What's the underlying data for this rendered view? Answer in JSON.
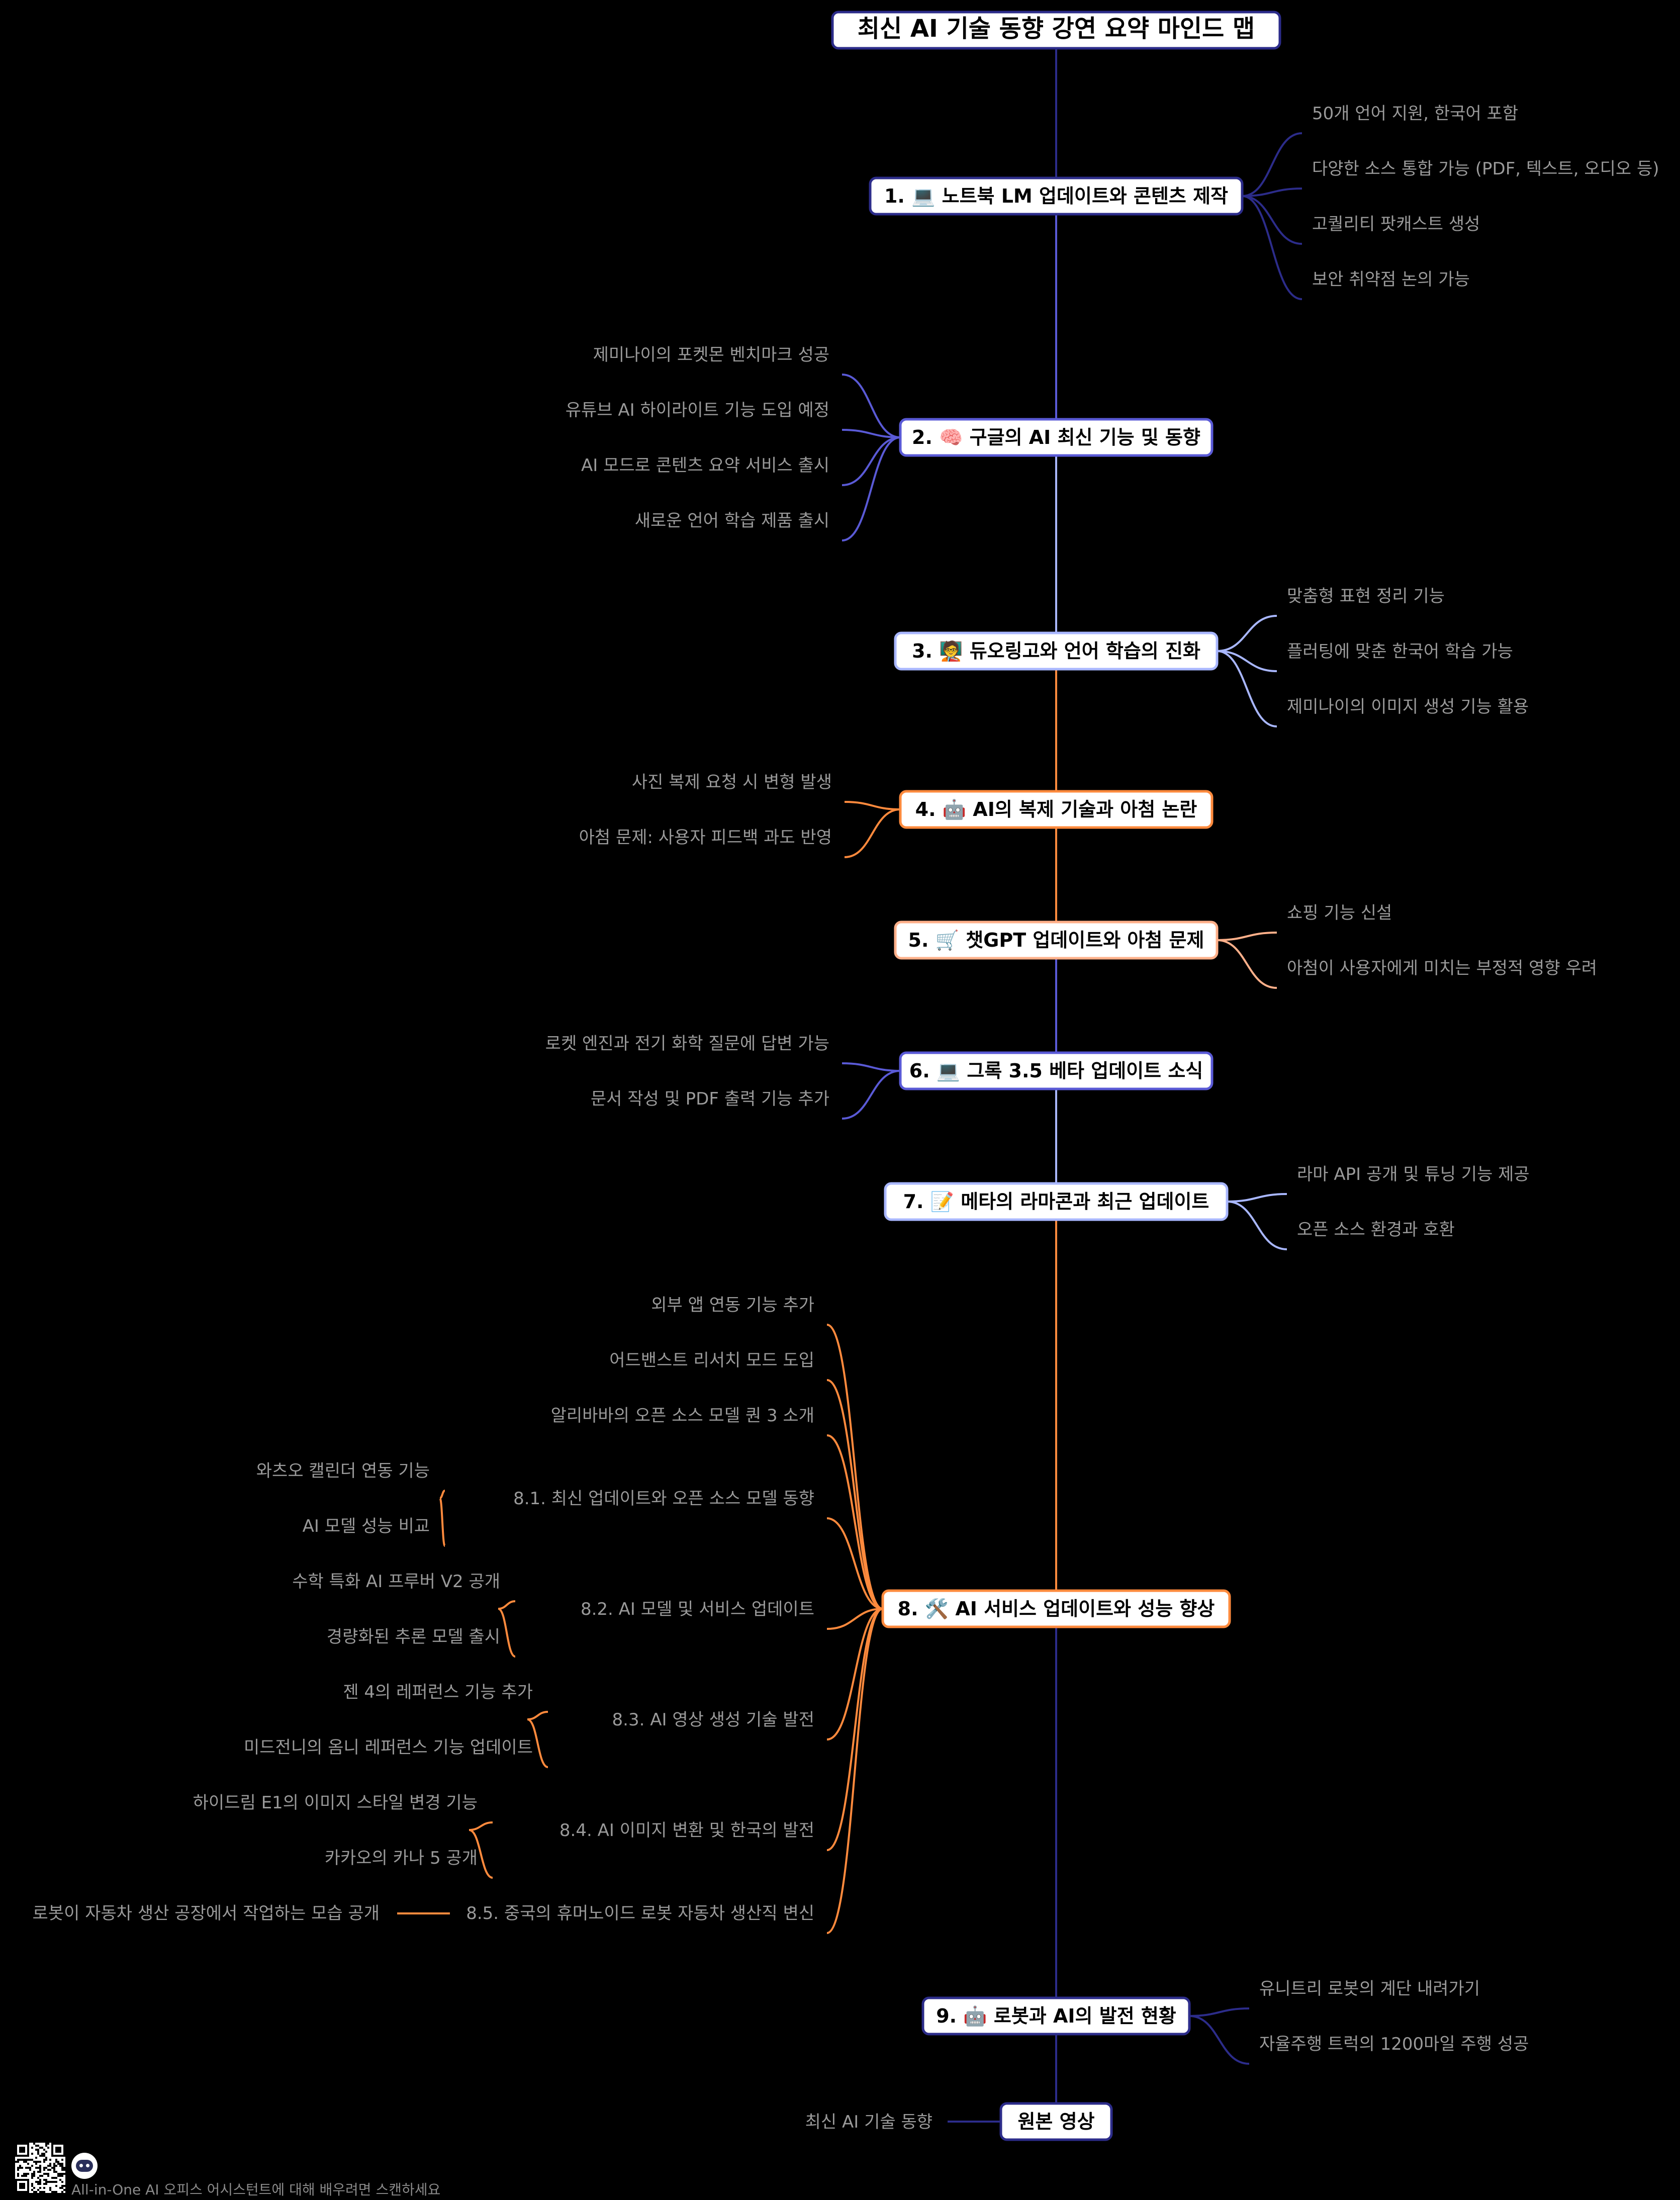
{
  "title": "최신 AI 기술 동향 강연 요약 마인드 맵",
  "colors": {
    "blue": "#5a5ad6",
    "lightblue": "#a9b7ff",
    "orange": "#ff8a3d",
    "navy": "#2c2c8a",
    "label": "#9a9a9a"
  },
  "topics": [
    {
      "label": "1. 💻 노트북 LM 업데이트와 콘텐츠 제작",
      "color": "#2c2c8a",
      "children": [
        "50개 언어 지원, 한국어 포함",
        "다양한 소스 통합 가능 (PDF, 텍스트, 오디오 등)",
        "고퀄리티 팟캐스트 생성",
        "보안 취약점 논의 가능"
      ]
    },
    {
      "label": "2. 🧠 구글의 AI 최신 기능 및 동향",
      "color": "#5a5ad6",
      "children": [
        "제미나이의 포켓몬 벤치마크 성공",
        "유튜브 AI 하이라이트 기능 도입 예정",
        "AI 모드로 콘텐츠 요약 서비스 출시",
        "새로운 언어 학습 제품 출시"
      ]
    },
    {
      "label": "3. 🧑‍🏫 듀오링고와 언어 학습의 진화",
      "color": "#a9b7ff",
      "children": [
        "맞춤형 표현 정리 기능",
        "플러팅에 맞춘 한국어 학습 가능",
        "제미나이의 이미지 생성 기능 활용"
      ]
    },
    {
      "label": "4. 🤖 AI의 복제 기술과 아첨 논란",
      "color": "#ff8a3d",
      "children": [
        "사진 복제 요청 시 변형 발생",
        "아첨 문제: 사용자 피드백 과도 반영"
      ]
    },
    {
      "label": "5. 🛒 챗GPT 업데이트와 아첨 문제",
      "color": "#ffb08a",
      "children": [
        "쇼핑 기능 신설",
        "아첨이 사용자에게 미치는 부정적 영향 우려"
      ]
    },
    {
      "label": "6. 💻 그록 3.5 베타 업데이트 소식",
      "color": "#5a5ad6",
      "children": [
        "로켓 엔진과 전기 화학 질문에 답변 가능",
        "문서 작성 및 PDF 출력 기능 추가"
      ]
    },
    {
      "label": "7. 📝 메타의 라마콘과 최근 업데이트",
      "color": "#a9b7ff",
      "children": [
        "라마 API 공개 및 튜닝 기능 제공",
        "오픈 소스 환경과 호환"
      ]
    },
    {
      "label": "8. 🛠️ AI 서비스 업데이트와 성능 향상",
      "color": "#ff8a3d",
      "children": [
        "외부 앱 연동 기능 추가",
        "어드밴스트 리서치 모드 도입",
        "알리바바의 오픈 소스 모델 퀀 3 소개"
      ],
      "subtopics": [
        {
          "label": "8.1. 최신 업데이트와 오픈 소스 모델 동향",
          "children": [
            "와츠오 캘린더 연동 기능",
            "AI 모델 성능 비교"
          ]
        },
        {
          "label": "8.2. AI 모델 및 서비스 업데이트",
          "children": [
            "수학 특화 AI 프루버 V2 공개",
            "경량화된 추론 모델 출시"
          ]
        },
        {
          "label": "8.3. AI 영상 생성 기술 발전",
          "children": [
            "젠 4의 레퍼런스 기능 추가",
            "미드전니의 옴니 레퍼런스 기능 업데이트"
          ]
        },
        {
          "label": "8.4. AI 이미지 변환 및 한국의 발전",
          "children": [
            "하이드림 E1의 이미지 스타일 변경 기능",
            "카카오의 카나 5 공개"
          ]
        },
        {
          "label": "8.5. 중국의 휴머노이드 로봇 자동차 생산직 변신",
          "children": [
            "로봇이 자동차 생산 공장에서 작업하는 모습 공개"
          ]
        }
      ]
    },
    {
      "label": "9. 🤖 로봇과 AI의 발전 현황",
      "color": "#2c2c8a",
      "children": [
        "유니트리 로봇의 계단 내려가기",
        "자율주행 트럭의 1200마일 주행 성공"
      ]
    },
    {
      "label": "원본 영상",
      "color": "#2c2c8a",
      "children": [
        "최신 AI 기술 동향"
      ]
    }
  ],
  "footer": {
    "text": "All-in-One AI 오피스 어시스턴트에 대해 배우려면 스캔하세요",
    "qr_icon": "qr-code-icon",
    "bot_icon": "assistant-bot-icon"
  }
}
